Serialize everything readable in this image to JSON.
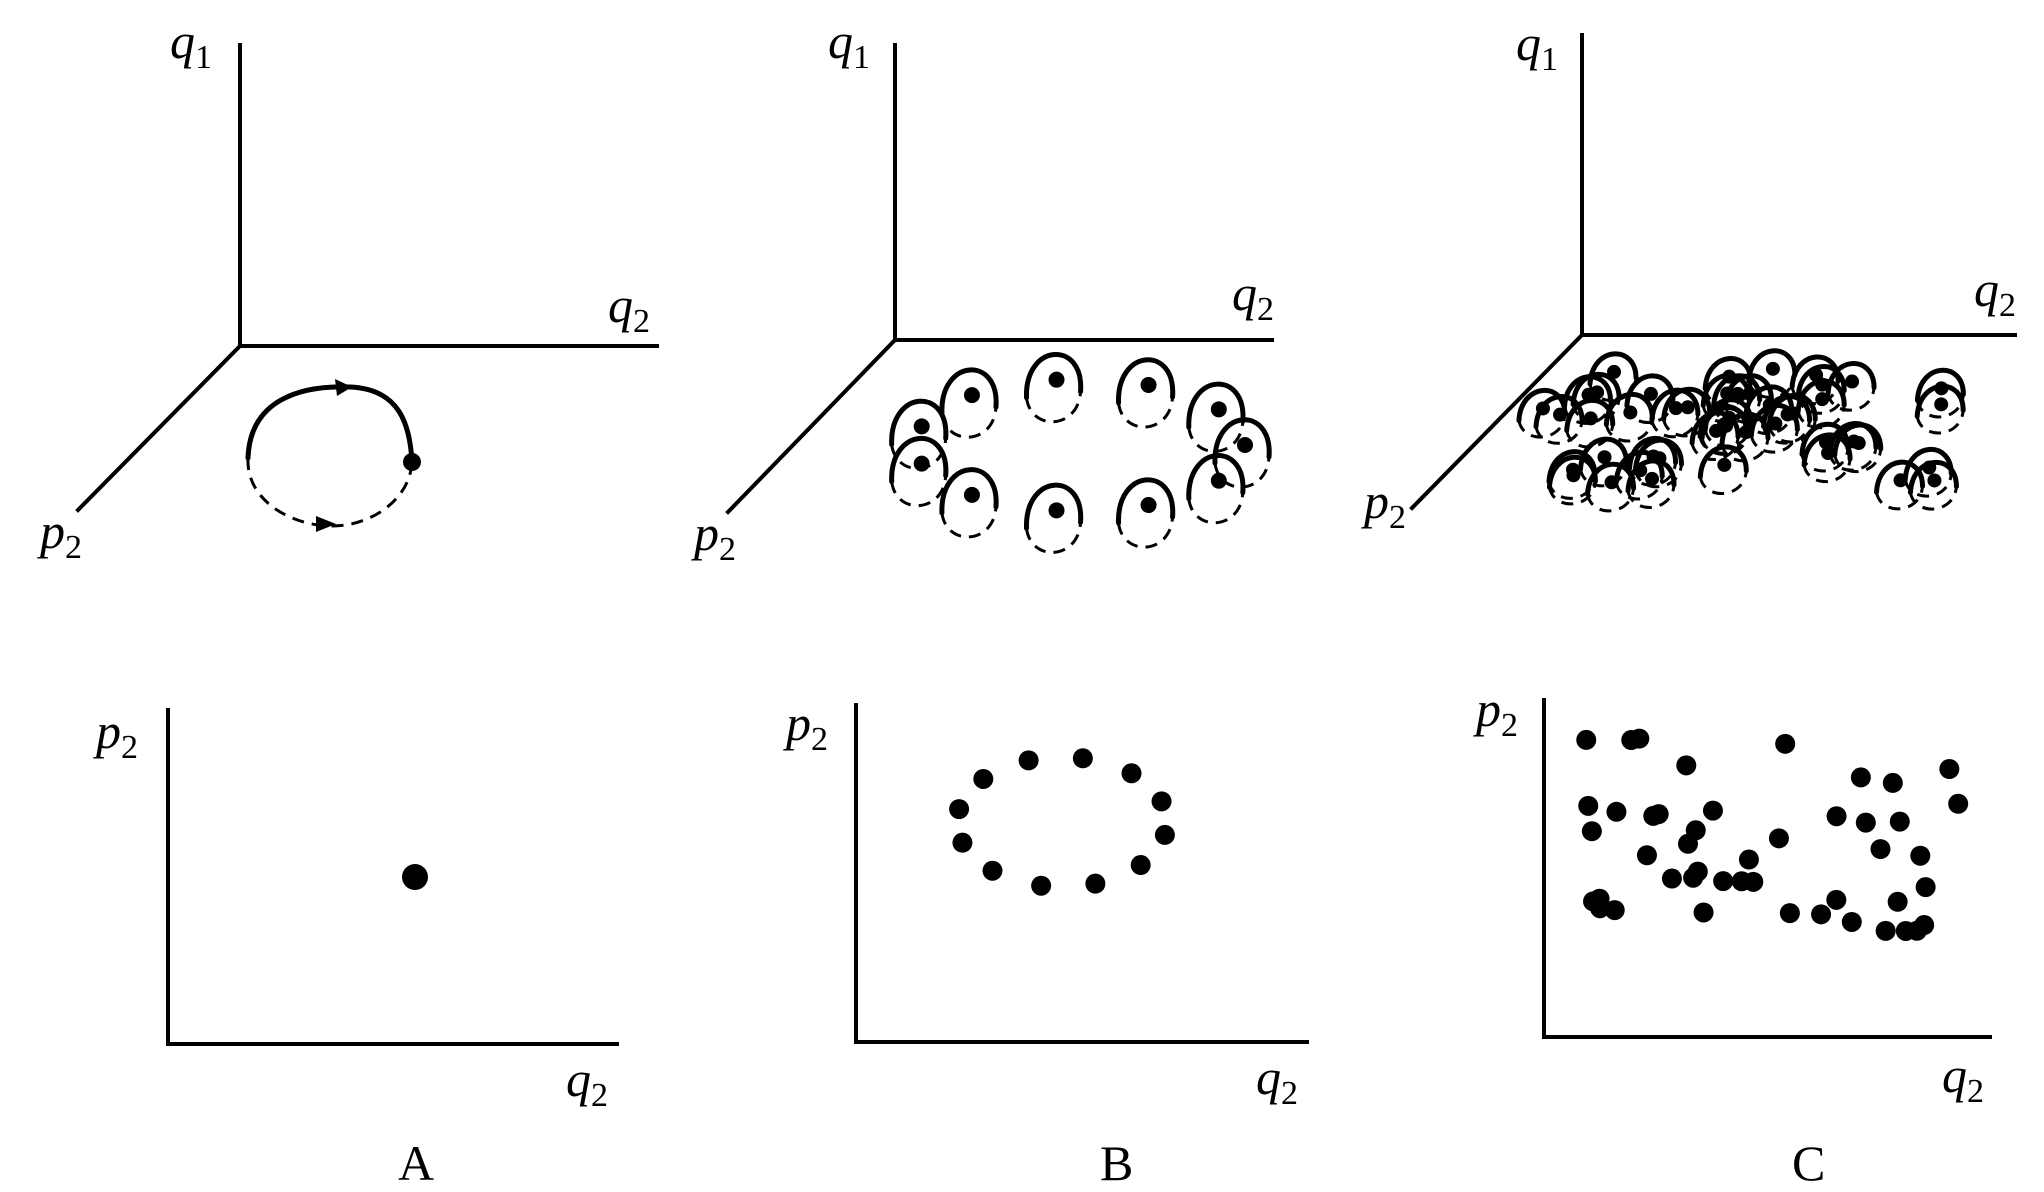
{
  "panels": [
    {
      "letter": "A",
      "top": {
        "vertical_axis": {
          "var": "q",
          "sub": "1"
        },
        "horizontal_axis": {
          "var": "q",
          "sub": "2"
        },
        "depth_axis": {
          "var": "p",
          "sub": "2"
        }
      },
      "bottom": {
        "vertical_axis": {
          "var": "p",
          "sub": "2"
        },
        "horizontal_axis": {
          "var": "q",
          "sub": "2"
        }
      }
    },
    {
      "letter": "B",
      "top": {
        "vertical_axis": {
          "var": "q",
          "sub": "1"
        },
        "horizontal_axis": {
          "var": "q",
          "sub": "2"
        },
        "depth_axis": {
          "var": "p",
          "sub": "2"
        }
      },
      "bottom": {
        "vertical_axis": {
          "var": "p",
          "sub": "2"
        },
        "horizontal_axis": {
          "var": "q",
          "sub": "2"
        }
      }
    },
    {
      "letter": "C",
      "top": {
        "vertical_axis": {
          "var": "q",
          "sub": "1"
        },
        "horizontal_axis": {
          "var": "q",
          "sub": "2"
        },
        "depth_axis": {
          "var": "p",
          "sub": "2"
        }
      },
      "bottom": {
        "vertical_axis": {
          "var": "p",
          "sub": "2"
        },
        "horizontal_axis": {
          "var": "q",
          "sub": "2"
        }
      }
    }
  ],
  "colors": {
    "ink": "#000000",
    "background": "#ffffff"
  }
}
